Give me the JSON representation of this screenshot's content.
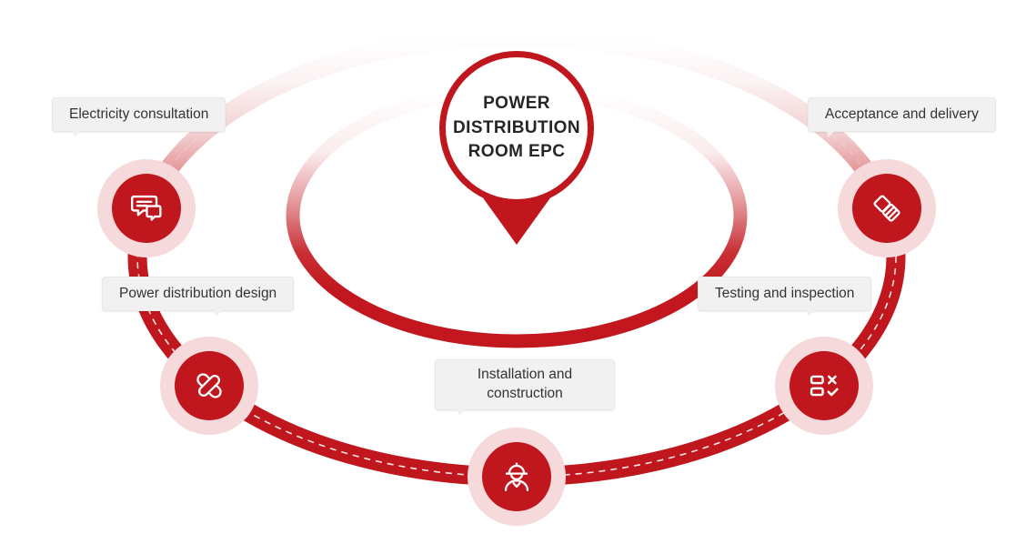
{
  "colors": {
    "accent_red": "#c0161d",
    "halo_pink": "#f6d9da",
    "label_bg": "#f1f1f2",
    "text_dark": "#333333"
  },
  "center": {
    "lines": [
      "POWER",
      "DISTRIBUTION",
      "ROOM EPC"
    ]
  },
  "nodes": [
    {
      "label": "Electricity consultation",
      "icon": "chat-icon"
    },
    {
      "label": "Power distribution design",
      "icon": "design-tools-icon"
    },
    {
      "label": "Installation and construction",
      "icon": "worker-icon"
    },
    {
      "label": "Testing and inspection",
      "icon": "checklist-icon"
    },
    {
      "label": "Acceptance and delivery",
      "icon": "handover-icon"
    }
  ]
}
